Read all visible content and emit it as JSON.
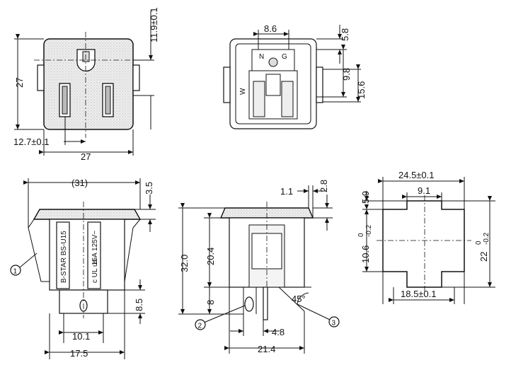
{
  "front_view": {
    "height": "27",
    "width": "27",
    "offset": "12.7±0.1",
    "ground_offset": "11.9±0.1"
  },
  "top_view": {
    "spacing": "8.6",
    "dim_a": "5.8",
    "dim_b": "9.8",
    "dim_c": "15.6",
    "mark_n": "N",
    "mark_g": "G",
    "mark_w": "W"
  },
  "side_view": {
    "overall": "(31)",
    "flange": "3.5",
    "pin_height": "8.5",
    "pin_spacing": "10.1",
    "body_width": "17.5",
    "label_brand": "B-STAR BS-U15",
    "label_rating": "15A 125V~",
    "label_mark": "c UL us",
    "callout_1": "1"
  },
  "section_view": {
    "dim_11": "1.1",
    "dim_28": "2.8",
    "dim_320": "32.0",
    "dim_204": "20.4",
    "dim_8": "8",
    "dim_48": "4.8",
    "dim_214": "21.4",
    "angle": "45°",
    "callout_2": "2",
    "callout_3": "3"
  },
  "cutout_view": {
    "top_width": "24.5±0.1",
    "notch_width": "9.1",
    "notch_depth": "5.9",
    "center_height": "10.6",
    "center_tol_upper": "0",
    "center_tol_lower": "-0.2",
    "overall_height": "22",
    "overall_tol_upper": "0",
    "overall_tol_lower": "-0.2",
    "bottom_width": "18.5±0.1"
  }
}
